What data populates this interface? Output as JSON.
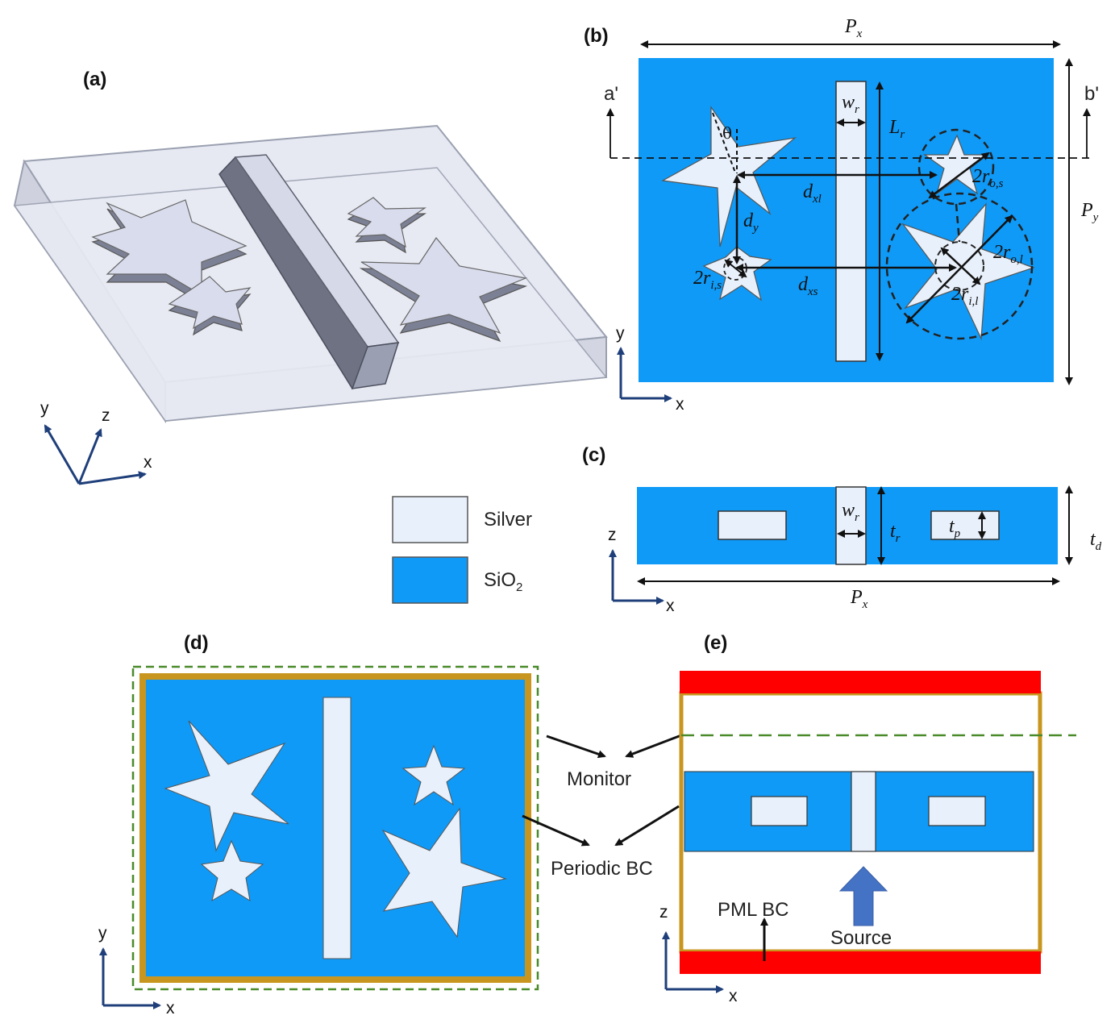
{
  "panels": {
    "a": "(a)",
    "b": "(b)",
    "c": "(c)",
    "d": "(d)",
    "e": "(e)"
  },
  "axes": {
    "x": "x",
    "y": "y",
    "z": "z"
  },
  "legend": {
    "silver": "Silver",
    "sio2_main": "SiO",
    "sio2_sub": "2"
  },
  "labels": {
    "px": {
      "main": "P",
      "sub": "x"
    },
    "py": {
      "main": "P",
      "sub": "y"
    },
    "wr": {
      "main": "w",
      "sub": "r"
    },
    "lr": {
      "main": "L",
      "sub": "r"
    },
    "tr": {
      "main": "t",
      "sub": "r"
    },
    "tp": {
      "main": "t",
      "sub": "p"
    },
    "td": {
      "main": "t",
      "sub": "d"
    },
    "dxl": {
      "main": "d",
      "sub": "xl"
    },
    "dxs": {
      "main": "d",
      "sub": "xs"
    },
    "dy": {
      "main": "d",
      "sub": "y"
    },
    "theta": "θ",
    "ros": {
      "main": "2r",
      "sub": "o,s"
    },
    "rol": {
      "main": "2r",
      "sub": "o,l"
    },
    "ril": {
      "main": "2r",
      "sub": "i,l"
    },
    "ris": {
      "main": "2r",
      "sub": "i,s"
    },
    "a_prime": "a'",
    "b_prime": "b'"
  },
  "annotations": {
    "monitor": "Monitor",
    "periodic_bc": "Periodic BC",
    "pml_bc": "PML BC",
    "source": "Source"
  },
  "colors": {
    "sio2": "#0f9af7",
    "silver": "#e8f0fb",
    "pml": "#ff0000",
    "periodic": "#c8961e",
    "monitor": "#4a8a2a",
    "source": "#4472c4",
    "axis": "#1f3f7a"
  }
}
